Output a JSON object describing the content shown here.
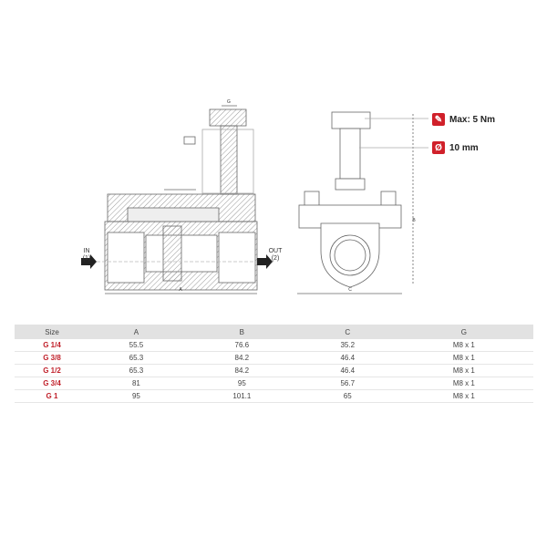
{
  "drawing": {
    "in_label": "IN",
    "in_port": "(1)",
    "out_label": "OUT",
    "out_port": "(2)",
    "dim_a": "A",
    "dim_b": "B",
    "dim_c": "C",
    "dim_g": "G"
  },
  "specs": [
    {
      "icon": "wrench-icon",
      "glyph": "🔧",
      "text": "Max: 5 Nm"
    },
    {
      "icon": "diameter-icon",
      "glyph": "Ø",
      "text": "10 mm"
    }
  ],
  "colors": {
    "accent": "#d0202a",
    "header_bg": "#e2e2e2"
  },
  "table": {
    "headers": [
      "Size",
      "A",
      "B",
      "C",
      "G"
    ],
    "rows": [
      [
        "G 1/4",
        "55.5",
        "76.6",
        "35.2",
        "M8 x 1"
      ],
      [
        "G 3/8",
        "65.3",
        "84.2",
        "46.4",
        "M8 x 1"
      ],
      [
        "G 1/2",
        "65.3",
        "84.2",
        "46.4",
        "M8 x 1"
      ],
      [
        "G 3/4",
        "81",
        "95",
        "56.7",
        "M8 x 1"
      ],
      [
        "G 1",
        "95",
        "101.1",
        "65",
        "M8 x 1"
      ]
    ]
  }
}
